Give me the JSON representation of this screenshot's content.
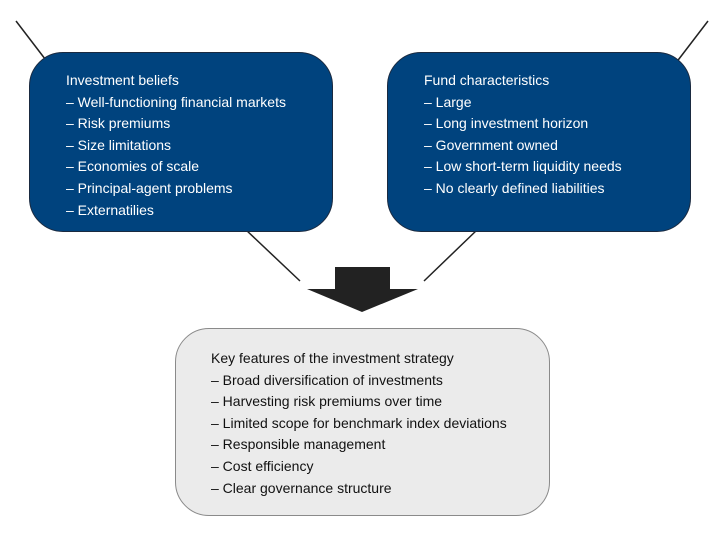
{
  "beliefs": {
    "title": "Investment beliefs",
    "items": [
      "– Well-functioning financial markets",
      "– Risk premiums",
      "– Size limitations",
      "– Economies of scale",
      "– Principal-agent problems",
      "– Externatilies"
    ]
  },
  "fund": {
    "title": "Fund characteristics",
    "items": [
      "– Large",
      "– Long investment horizon",
      "– Government owned",
      "– Low short-term liquidity needs",
      "– No clearly defined liabilities"
    ]
  },
  "strategy": {
    "title": "Key features of the investment strategy",
    "items": [
      "– Broad diversification of investments",
      "– Harvesting risk premiums over time",
      "– Limited scope for benchmark index deviations",
      "– Responsible management",
      "– Cost efficiency",
      "– Clear governance structure"
    ]
  },
  "colors": {
    "blue": "#00437e",
    "grey": "#ebebeb",
    "arrow": "#222222"
  }
}
